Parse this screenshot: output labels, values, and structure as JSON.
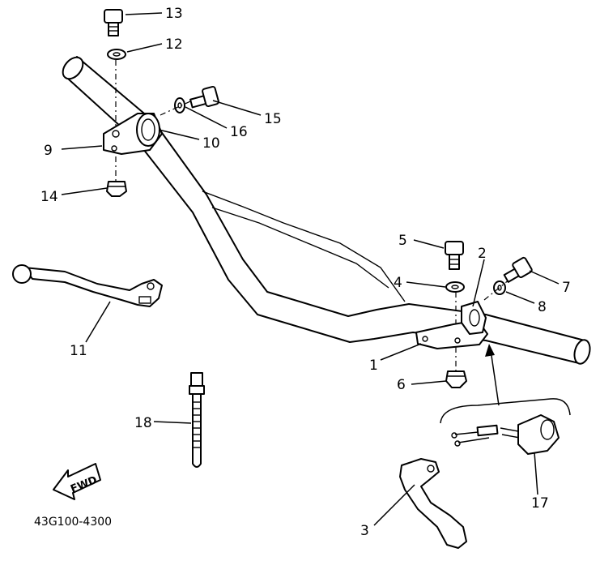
{
  "figure": {
    "part_code": "43G100-4300",
    "direction_label": "FWD"
  },
  "callouts": [
    {
      "id": "1",
      "label": "1"
    },
    {
      "id": "2",
      "label": "2"
    },
    {
      "id": "3",
      "label": "3"
    },
    {
      "id": "4",
      "label": "4"
    },
    {
      "id": "5",
      "label": "5"
    },
    {
      "id": "6",
      "label": "6"
    },
    {
      "id": "7",
      "label": "7"
    },
    {
      "id": "8",
      "label": "8"
    },
    {
      "id": "9",
      "label": "9"
    },
    {
      "id": "10",
      "label": "10"
    },
    {
      "id": "11",
      "label": "11"
    },
    {
      "id": "12",
      "label": "12"
    },
    {
      "id": "13",
      "label": "13"
    },
    {
      "id": "14",
      "label": "14"
    },
    {
      "id": "15",
      "label": "15"
    },
    {
      "id": "16",
      "label": "16"
    },
    {
      "id": "17",
      "label": "17"
    },
    {
      "id": "18",
      "label": "18"
    }
  ],
  "colors": {
    "ink": "#000000",
    "paper": "#ffffff"
  }
}
